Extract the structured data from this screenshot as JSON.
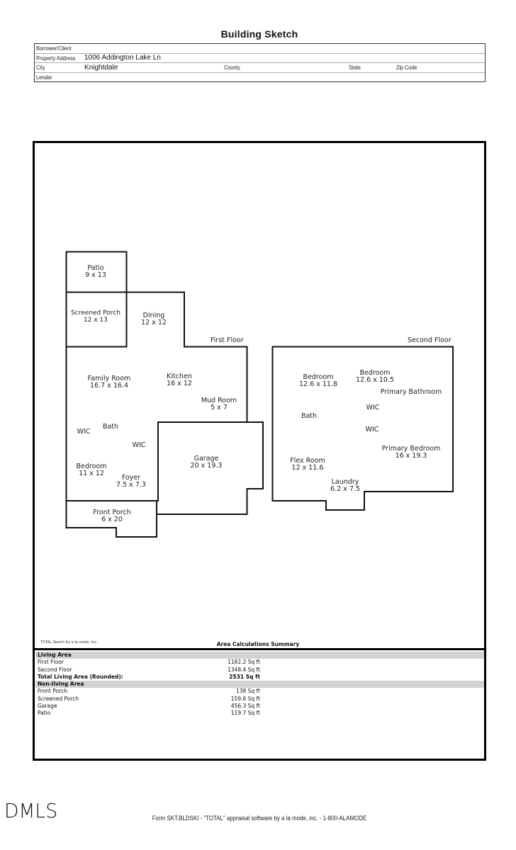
{
  "header": {
    "title": "Building Sketch",
    "fields": {
      "borrower_label": "Borrower/Client",
      "borrower_value": "",
      "address_label": "Property Address",
      "address_value": "1006 Addington Lake Ln",
      "city_label": "City",
      "city_value": "Knightdale",
      "county_label": "County",
      "county_value": "",
      "state_label": "State",
      "state_value": "",
      "zip_label": "Zip Code",
      "zip_value": "",
      "lender_label": "Lender",
      "lender_value": ""
    }
  },
  "sketch": {
    "first_floor_label": "First Floor",
    "second_floor_label": "Second Floor",
    "first_floor_rooms": [
      {
        "name": "Patio",
        "dims": "9 x 13"
      },
      {
        "name": "Screened Porch",
        "dims": "12 x 13"
      },
      {
        "name": "Dining",
        "dims": "12 x 12"
      },
      {
        "name": "Family Room",
        "dims": "16.7 x 16.4"
      },
      {
        "name": "Kitchen",
        "dims": "16 x 12"
      },
      {
        "name": "Mud Room",
        "dims": "5 x 7"
      },
      {
        "name": "WIC",
        "dims": ""
      },
      {
        "name": "Bath",
        "dims": ""
      },
      {
        "name": "WIC",
        "dims": ""
      },
      {
        "name": "Bedroom",
        "dims": "11 x 12"
      },
      {
        "name": "Foyer",
        "dims": "7.5 x 7.3"
      },
      {
        "name": "Garage",
        "dims": "20 x 19.3"
      },
      {
        "name": "Front Porch",
        "dims": "6 x 20"
      }
    ],
    "second_floor_rooms": [
      {
        "name": "Bedroom",
        "dims": "12.6 x 11.8"
      },
      {
        "name": "Bedroom",
        "dims": "12.6 x 10.5"
      },
      {
        "name": "Primary Bathroom",
        "dims": ""
      },
      {
        "name": "WIC",
        "dims": ""
      },
      {
        "name": "Bath",
        "dims": ""
      },
      {
        "name": "WIC",
        "dims": ""
      },
      {
        "name": "Primary Bedroom",
        "dims": "16 x 19.3"
      },
      {
        "name": "Flex Room",
        "dims": "12 x 11.6"
      },
      {
        "name": "Laundry",
        "dims": "6.2 x 7.5"
      }
    ]
  },
  "summary": {
    "credit": "TOTAL Sketch by a la mode, inc.",
    "title": "Area Calculations Summary",
    "living_header": "Living Area",
    "living_rows": [
      {
        "name": "First Floor",
        "area": "1182.2 Sq ft"
      },
      {
        "name": "Second Floor",
        "area": "1348.4 Sq ft"
      }
    ],
    "total": {
      "name": "Total Living Area (Rounded):",
      "area": "2531 Sq ft"
    },
    "nonliving_header": "Non-living Area",
    "nonliving_rows": [
      {
        "name": "Front Porch",
        "area": "138 Sq ft"
      },
      {
        "name": "Screened Porch",
        "area": "159.6 Sq ft"
      },
      {
        "name": "Garage",
        "area": "456.3 Sq ft"
      },
      {
        "name": "Patio",
        "area": "119.7 Sq ft"
      }
    ]
  },
  "footer": {
    "logo": "DMLS",
    "form_text": "Form SKT.BLDSKI - \"TOTAL\" appraisal software by a la mode, inc. - 1-800-ALAMODE"
  }
}
